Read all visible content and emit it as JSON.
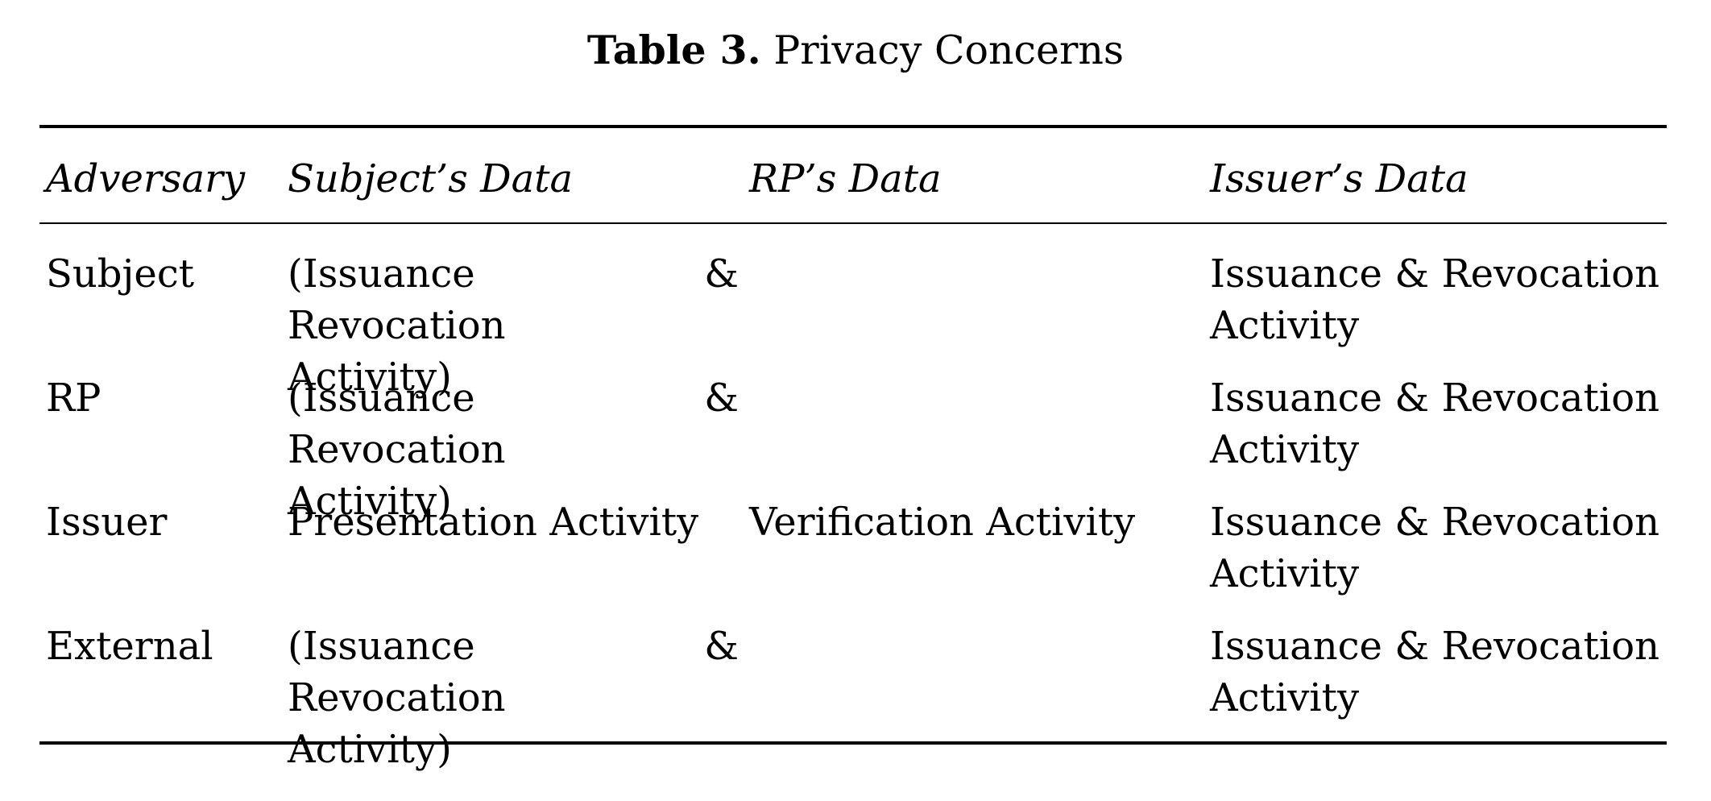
{
  "caption": {
    "label": "Table 3.",
    "text": "Privacy Concerns"
  },
  "table": {
    "headers": [
      "Adversary",
      "Subject’s Data",
      "RP’s Data",
      "Issuer’s Data"
    ],
    "rows": [
      {
        "adversary": "Subject",
        "subject_data": [
          "(Issuance & Revocation",
          "Activity)"
        ],
        "rp_data": [],
        "issuer_data": [
          "Issuance & Revocation",
          "Activity"
        ]
      },
      {
        "adversary": "RP",
        "subject_data": [
          "(Issuance & Revocation",
          "Activity)"
        ],
        "rp_data": [],
        "issuer_data": [
          "Issuance & Revocation",
          "Activity"
        ]
      },
      {
        "adversary": "Issuer",
        "subject_data": [
          "Presentation Activity"
        ],
        "rp_data": [
          "Verification Activity"
        ],
        "issuer_data": [
          "Issuance & Revocation",
          "Activity"
        ]
      },
      {
        "adversary": "External",
        "subject_data": [
          "(Issuance & Revocation",
          "Activity)"
        ],
        "rp_data": [],
        "issuer_data": [
          "Issuance & Revocation",
          "Activity"
        ]
      }
    ]
  }
}
